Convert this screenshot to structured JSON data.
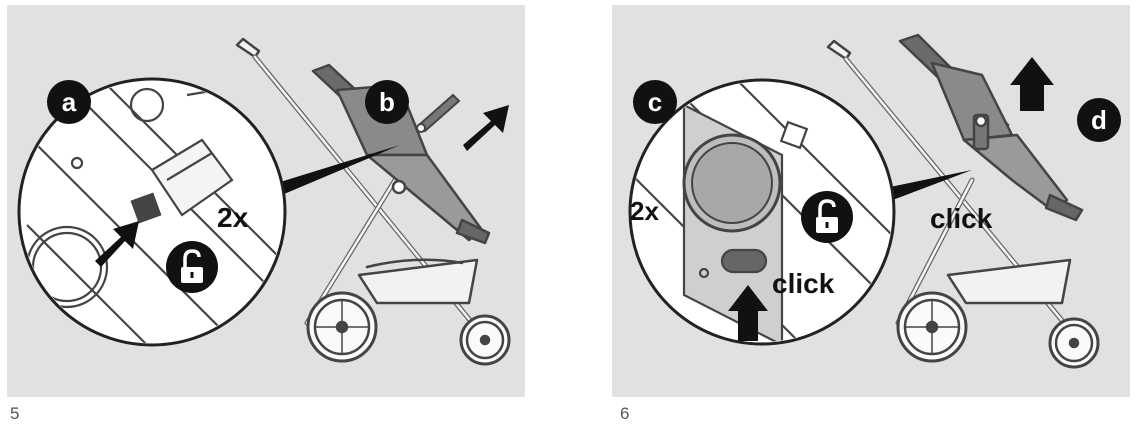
{
  "steps": [
    {
      "number": "5",
      "badges": [
        "a",
        "b"
      ],
      "callouts": [
        "2x"
      ]
    },
    {
      "number": "6",
      "badges": [
        "c",
        "d"
      ],
      "callouts": [
        "2x",
        "click",
        "click"
      ]
    }
  ],
  "icons": [
    "unlock-icon",
    "arrow-icon"
  ],
  "colors": {
    "panel_bg": "#e1e1e1",
    "outline": "#444444",
    "badge": "#111111"
  }
}
